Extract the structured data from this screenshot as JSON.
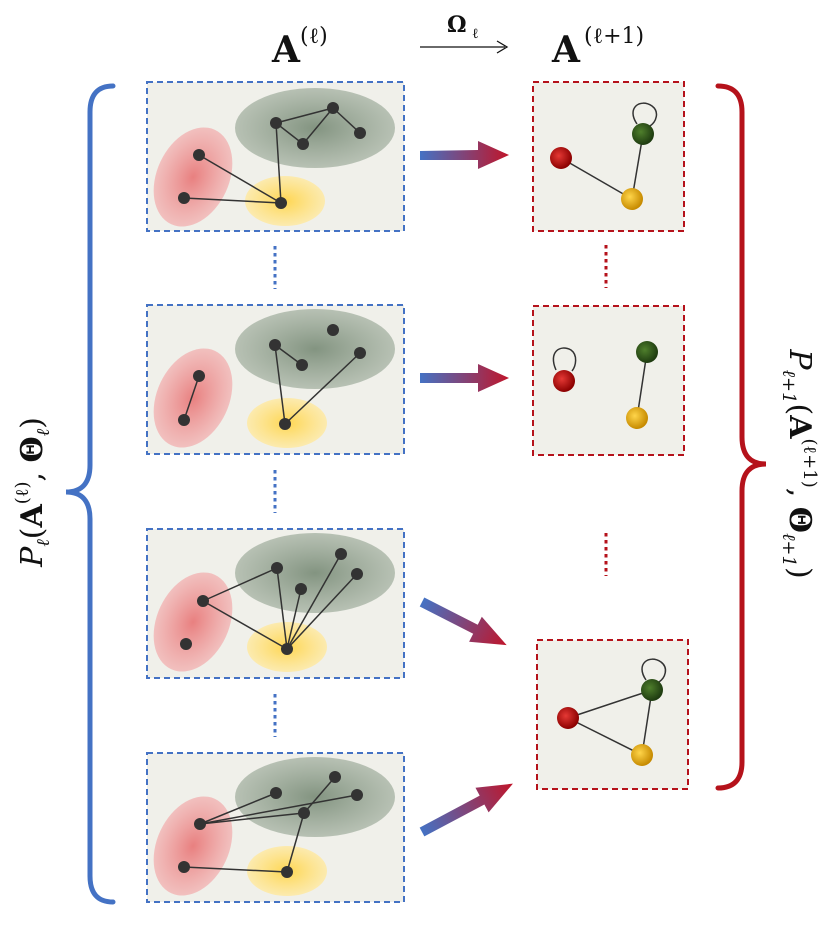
{
  "header": {
    "left_base": "A",
    "left_sup": "(ℓ)",
    "arrow_label": "Ω",
    "arrow_sub": "ℓ",
    "right_base": "A",
    "right_sup": "(ℓ+1)"
  },
  "left_brace_label": {
    "P": "P",
    "P_sub": "ℓ",
    "open": "(",
    "A": "A",
    "A_sup": "(ℓ)",
    "comma": ", ",
    "Theta": "Θ",
    "Theta_sub": "ℓ",
    "close": ")"
  },
  "right_brace_label": {
    "P": "P",
    "P_sub": "ℓ+1",
    "open": "(",
    "A": "A",
    "A_sup": "(ℓ+1)",
    "comma": ", ",
    "Theta": "Θ",
    "Theta_sub": "ℓ+1",
    "close": ")"
  },
  "colors": {
    "blue": "#4472c4",
    "red": "#b5121b",
    "panel_fill": "#f0f0ea",
    "node": "#333333",
    "cluster_red": "#e87a7a",
    "cluster_green": "#7d8f7b",
    "cluster_yellow": "#ffd54a",
    "node_red": "#c00000",
    "node_green": "#2f5a1c",
    "node_yellow": "#e0a800"
  }
}
